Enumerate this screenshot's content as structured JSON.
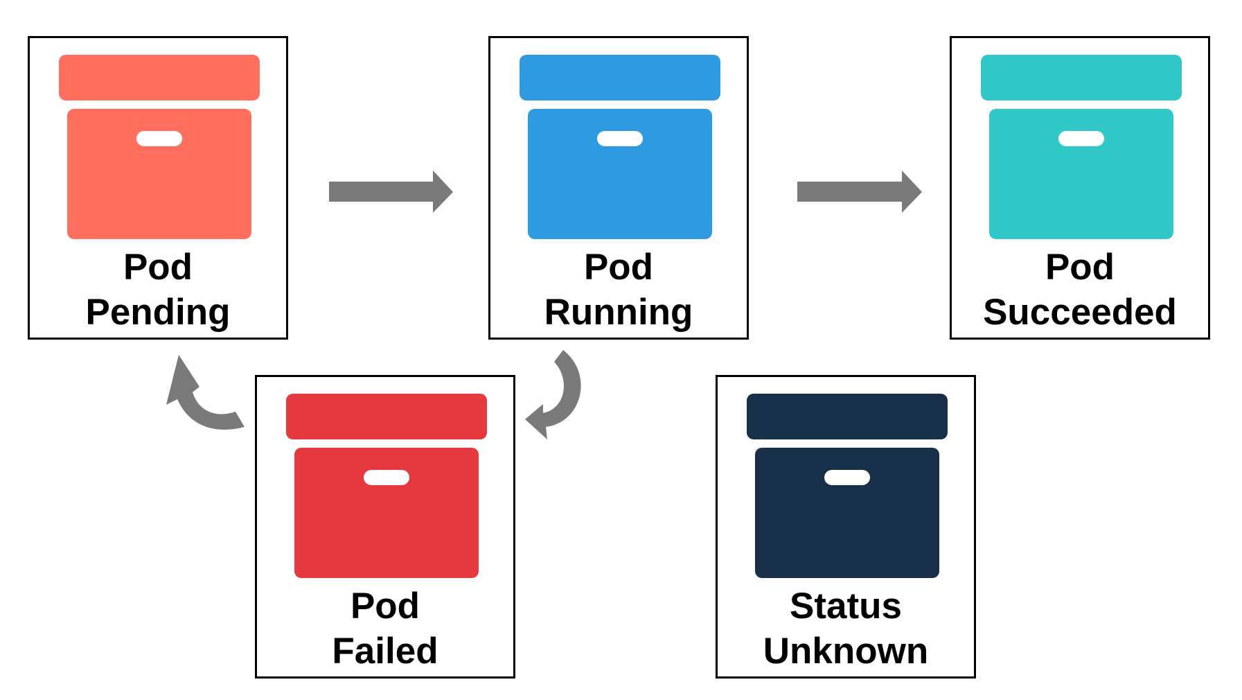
{
  "colors": {
    "pending": "#ff6f5e",
    "running": "#2e9be0",
    "succeeded": "#33c8c8",
    "failed": "#e5383f",
    "unknown": "#172f48",
    "arrow": "#7a7a7a"
  },
  "states": {
    "pending": {
      "line1": "Pod",
      "line2": "Pending"
    },
    "running": {
      "line1": "Pod",
      "line2": "Running"
    },
    "succeeded": {
      "line1": "Pod",
      "line2": "Succeeded"
    },
    "failed": {
      "line1": "Pod",
      "line2": "Failed"
    },
    "unknown": {
      "line1": "Status",
      "line2": "Unknown"
    }
  },
  "icons": {
    "box": "archive-box-icon",
    "straight_arrow": "arrow-right-icon",
    "curved_arrow": "curved-arrow-icon"
  }
}
